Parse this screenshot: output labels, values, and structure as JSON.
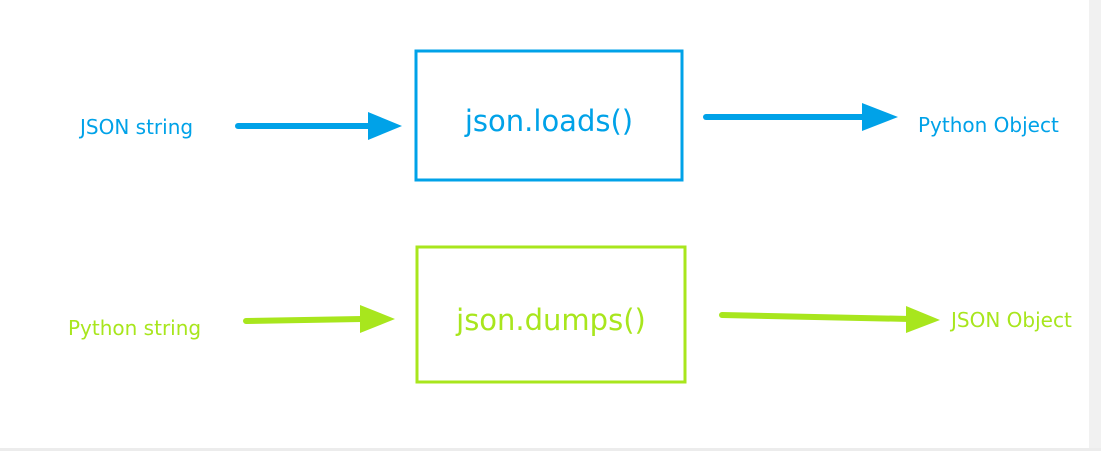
{
  "colors": {
    "top_flow": "#00a2e8",
    "bottom_flow": "#a8e61d"
  },
  "flows": [
    {
      "input_label": "JSON string",
      "function_label": "json.loads()",
      "output_label": "Python Object"
    },
    {
      "input_label": "Python string",
      "function_label": "json.dumps()",
      "output_label": "JSON Object"
    }
  ]
}
